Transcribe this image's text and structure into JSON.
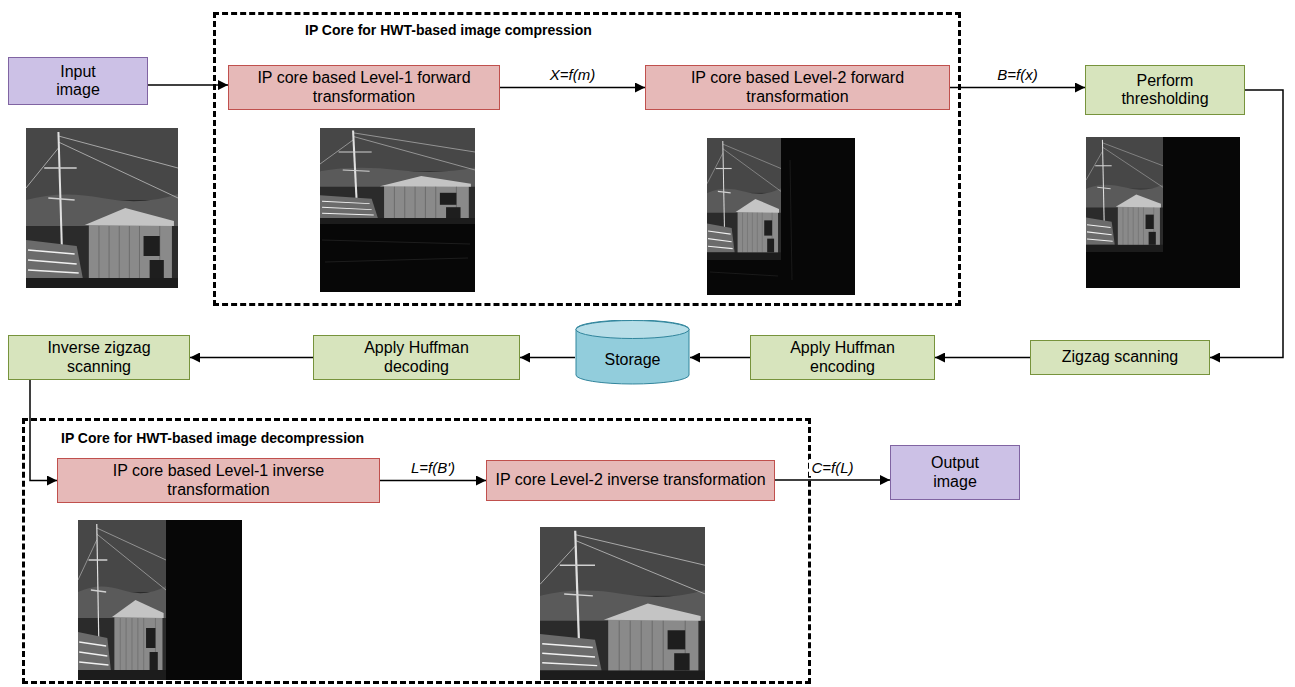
{
  "diagram": {
    "nodes": [
      {
        "text": [
          "Input image"
        ]
      },
      {
        "text": [
          "IP Core for HWT-based image compression"
        ]
      },
      {
        "text": [
          "IP core based Level-1 forward transformation"
        ],
        "in": 1
      },
      {
        "text": [
          "IP core based Level-2 forward transformation"
        ],
        "in": 1
      },
      {
        "text": [
          "Perform thresholding"
        ]
      },
      {
        "text": [
          "Zigzag scanning"
        ]
      },
      {
        "text": [
          "Apply Huffman encoding"
        ]
      },
      {
        "text": [
          "Storage"
        ]
      },
      {
        "text": [
          "Apply Huffman decoding"
        ]
      },
      {
        "text": [
          "Inverse zigzag scanning"
        ]
      },
      {
        "text": [
          "IP Core for HWT-based image decompression"
        ]
      },
      {
        "text": [
          "IP core based Level-1 inverse transformation"
        ],
        "in": 10
      },
      {
        "text": [
          "IP core Level-2 inverse transformation"
        ],
        "in": 10
      },
      {
        "text": [
          "Output image"
        ]
      }
    ],
    "edges": [
      {
        "from": 0,
        "to": 2,
        "arrow": "to"
      },
      {
        "from": 2,
        "to": 3,
        "label": "X=f(m)",
        "arrow": "to"
      },
      {
        "from": 3,
        "to": 4,
        "label": "B=f(x)",
        "arrow": "to"
      },
      {
        "from": 4,
        "to": 5,
        "arrow": "to"
      },
      {
        "from": 5,
        "to": 6,
        "arrow": "to"
      },
      {
        "from": 6,
        "to": 7,
        "arrow": "to"
      },
      {
        "from": 7,
        "to": 8,
        "arrow": "to"
      },
      {
        "from": 8,
        "to": 9,
        "arrow": "to"
      },
      {
        "from": 9,
        "to": 11,
        "arrow": "to"
      },
      {
        "from": 11,
        "to": 12,
        "label": "L=f(B')",
        "arrow": "to"
      },
      {
        "from": 12,
        "to": 13,
        "label": "C=f(L)",
        "arrow": "to"
      }
    ]
  }
}
